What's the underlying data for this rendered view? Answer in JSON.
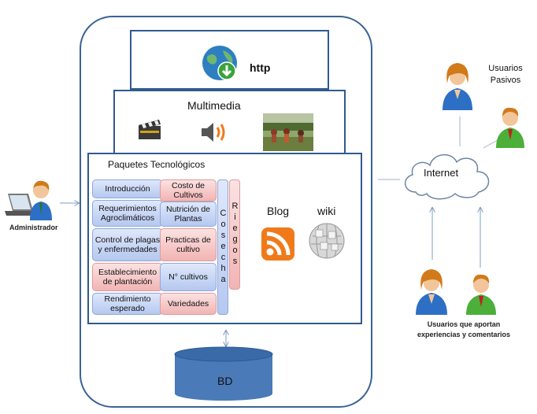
{
  "layers": {
    "http": "http",
    "multimedia": "Multimedia",
    "packages_title": "Paquetes Tecnológicos"
  },
  "packages": {
    "left_col": [
      "Introducción",
      "Requerimientos Agroclimáticos",
      "Control de plagas y enfermedades",
      "Establecimiento de plantación",
      "Rendimiento esperado"
    ],
    "right_col": [
      "Costo de Cultivos",
      "Nutrición de Plantas",
      "Practicas de cultivo",
      "N° cultivos",
      "Variedades"
    ],
    "cosecha": "Cosecha",
    "riegos": "Riegos"
  },
  "tools": {
    "blog": "Blog",
    "wiki": "wiki"
  },
  "database": "BD",
  "actors": {
    "admin": "Administrador",
    "internet": "Internet",
    "passive_users": "Usuarios Pasivos",
    "contributing_users": "Usuarios que aportan experiencias y comentarios"
  },
  "icon_names": [
    "globe-download-icon",
    "clapperboard-icon",
    "speaker-icon",
    "field-photo",
    "rss-icon",
    "wikipedia-globe-icon",
    "user-icon",
    "laptop-icon",
    "database-cylinder"
  ]
}
